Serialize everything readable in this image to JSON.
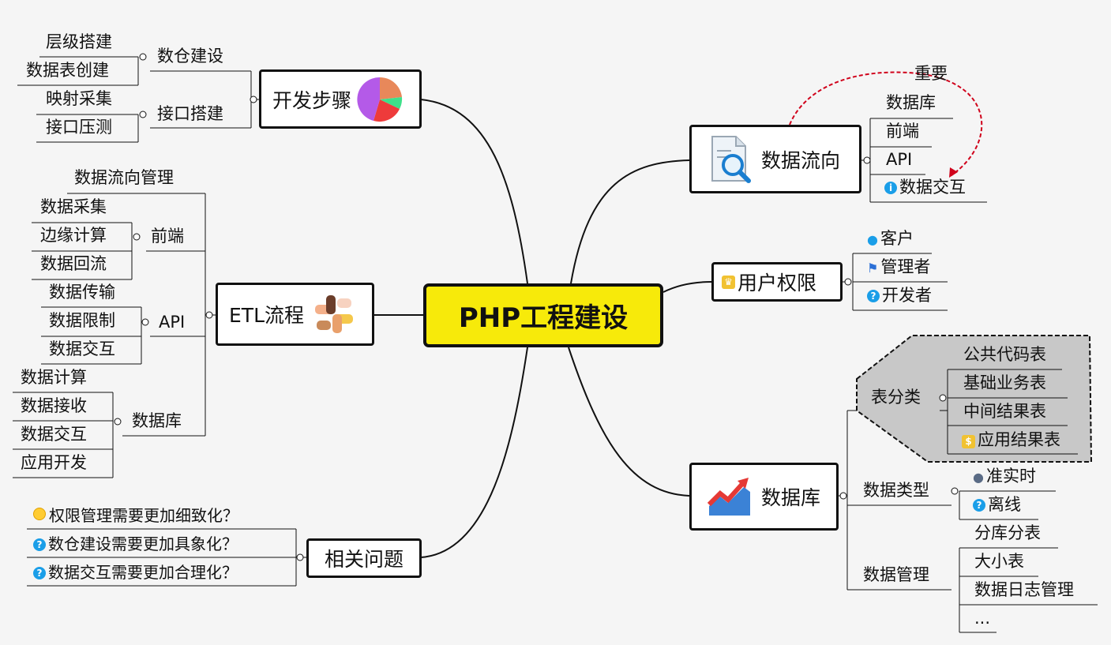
{
  "central": "PHP工程建设",
  "kaifa": {
    "title": "开发步骤",
    "shucang": {
      "label": "数仓建设",
      "items": [
        "层级搭建",
        "数据表创建"
      ]
    },
    "jiekou": {
      "label": "接口搭建",
      "items": [
        "映射采集",
        "接口压测"
      ]
    }
  },
  "etl": {
    "title": "ETL流程",
    "top_item": "数据流向管理",
    "qianduan": {
      "label": "前端",
      "items": [
        "数据采集",
        "边缘计算",
        "数据回流"
      ]
    },
    "api": {
      "label": "API",
      "items": [
        "数据传输",
        "数据限制",
        "数据交互"
      ]
    },
    "shujuku": {
      "label": "数据库",
      "items": [
        "数据计算",
        "数据接收",
        "数据交互",
        "应用开发"
      ]
    }
  },
  "wenti": {
    "title": "相关问题",
    "items": [
      "权限管理需要更加细致化？",
      "数仓建设需要更加具象化？",
      "数据交互需要更加合理化？"
    ]
  },
  "liuxiang": {
    "title": "数据流向",
    "callout": "重要",
    "items": [
      "数据库",
      "前端",
      "API",
      "数据交互"
    ]
  },
  "quanxian": {
    "title": "用户权限",
    "items": [
      "客户",
      "管理者",
      "开发者"
    ]
  },
  "db": {
    "title": "数据库",
    "biaofenlei": {
      "label": "表分类",
      "items": [
        "公共代码表",
        "基础业务表",
        "中间结果表",
        "应用结果表"
      ]
    },
    "leixing": {
      "label": "数据类型",
      "items": [
        "准实时",
        "离线"
      ]
    },
    "guanli": {
      "label": "数据管理",
      "items": [
        "分库分表",
        "大小表",
        "数据日志管理",
        "..."
      ]
    }
  },
  "colors": {
    "central_fill": "#f7ea0a",
    "callout_arrow": "#d0021b",
    "group_fill": "#c8c8c8",
    "info_icon": "#1a9ee8"
  }
}
